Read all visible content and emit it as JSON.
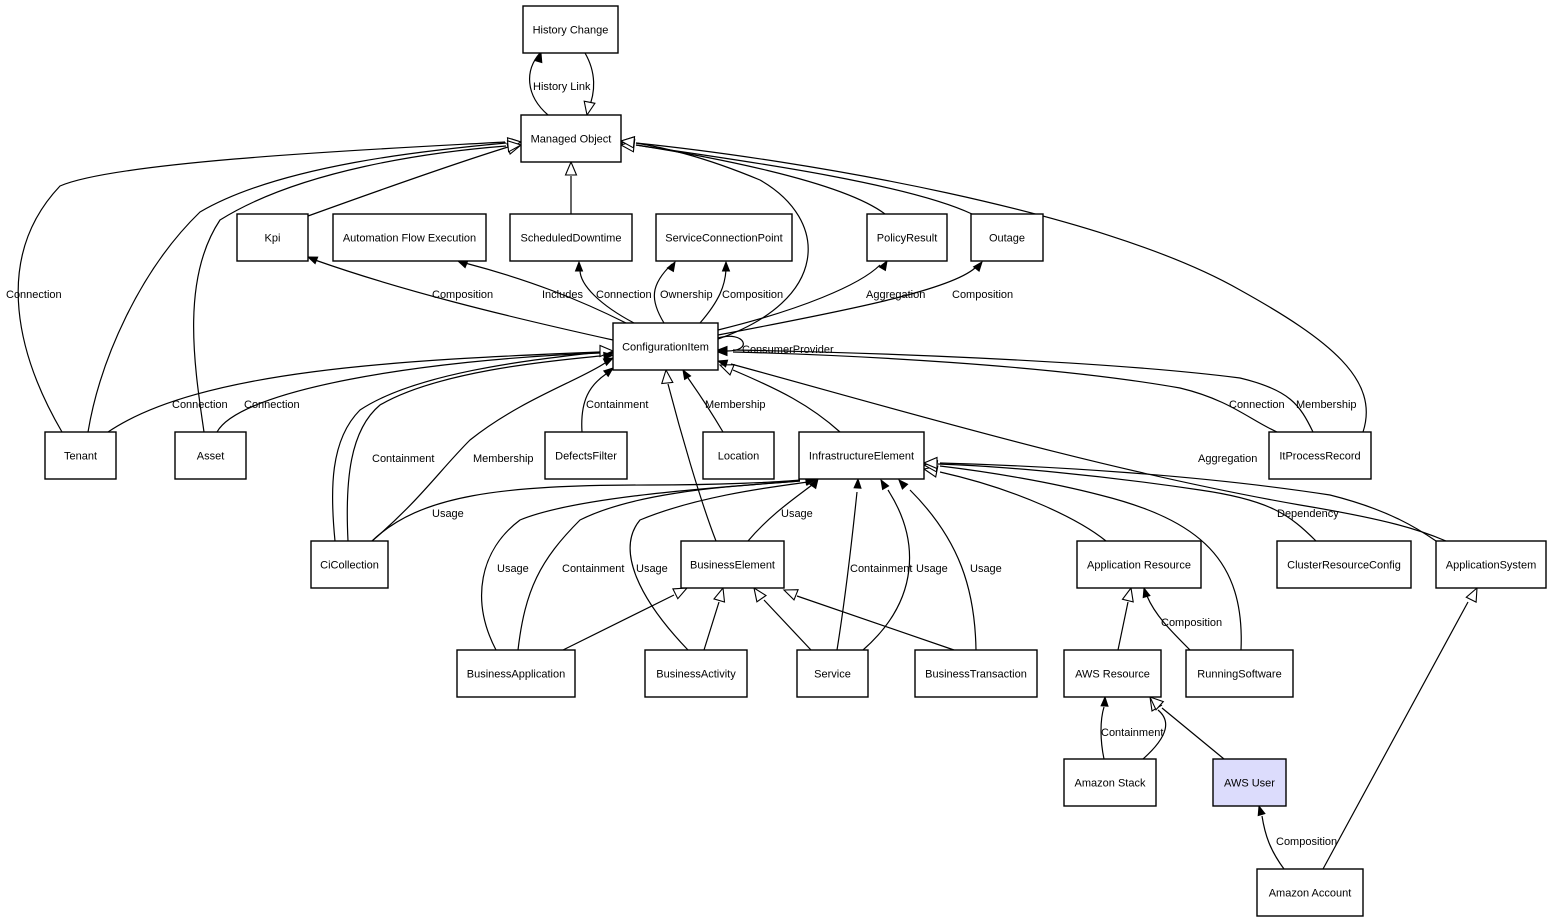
{
  "diagram": {
    "title": "Managed Object class relationship diagram",
    "highlight_color": "#dcdcfc",
    "nodes": [
      {
        "id": "history_change",
        "label": "History Change"
      },
      {
        "id": "managed_object",
        "label": "Managed Object"
      },
      {
        "id": "kpi",
        "label": "Kpi"
      },
      {
        "id": "automation_flow_execution",
        "label": "Automation Flow Execution"
      },
      {
        "id": "scheduled_downtime",
        "label": "ScheduledDowntime"
      },
      {
        "id": "service_connection_point",
        "label": "ServiceConnectionPoint"
      },
      {
        "id": "policy_result",
        "label": "PolicyResult"
      },
      {
        "id": "outage",
        "label": "Outage"
      },
      {
        "id": "configuration_item",
        "label": "ConfigurationItem"
      },
      {
        "id": "tenant",
        "label": "Tenant"
      },
      {
        "id": "asset",
        "label": "Asset"
      },
      {
        "id": "defects_filter",
        "label": "DefectsFilter"
      },
      {
        "id": "location",
        "label": "Location"
      },
      {
        "id": "infrastructure_element",
        "label": "InfrastructureElement"
      },
      {
        "id": "it_process_record",
        "label": "ItProcessRecord"
      },
      {
        "id": "ci_collection",
        "label": "CiCollection"
      },
      {
        "id": "business_element",
        "label": "BusinessElement"
      },
      {
        "id": "application_resource",
        "label": "Application Resource"
      },
      {
        "id": "cluster_resource_config",
        "label": "ClusterResourceConfig"
      },
      {
        "id": "application_system",
        "label": "ApplicationSystem"
      },
      {
        "id": "business_application",
        "label": "BusinessApplication"
      },
      {
        "id": "business_activity",
        "label": "BusinessActivity"
      },
      {
        "id": "service",
        "label": "Service"
      },
      {
        "id": "business_transaction",
        "label": "BusinessTransaction"
      },
      {
        "id": "aws_resource",
        "label": "AWS Resource"
      },
      {
        "id": "running_software",
        "label": "RunningSoftware"
      },
      {
        "id": "amazon_stack",
        "label": "Amazon Stack"
      },
      {
        "id": "aws_user",
        "label": "AWS User",
        "highlighted": true
      },
      {
        "id": "amazon_account",
        "label": "Amazon Account"
      }
    ],
    "edges": [
      {
        "from": "managed_object",
        "to": "history_change",
        "label": "History Link",
        "type": "association"
      },
      {
        "from": "history_change",
        "to": "managed_object",
        "label": "",
        "type": "inheritance"
      },
      {
        "from": "kpi",
        "to": "managed_object",
        "label": "",
        "type": "inheritance"
      },
      {
        "from": "scheduled_downtime",
        "to": "managed_object",
        "label": "",
        "type": "inheritance"
      },
      {
        "from": "tenant",
        "to": "managed_object",
        "label": "Connection",
        "type": "association"
      },
      {
        "from": "tenant",
        "to": "managed_object",
        "label": "",
        "type": "inheritance"
      },
      {
        "from": "asset",
        "to": "managed_object",
        "label": "",
        "type": "inheritance"
      },
      {
        "from": "configuration_item",
        "to": "managed_object",
        "label": "",
        "type": "inheritance"
      },
      {
        "from": "policy_result",
        "to": "managed_object",
        "label": "",
        "type": "inheritance"
      },
      {
        "from": "outage",
        "to": "managed_object",
        "label": "",
        "type": "inheritance"
      },
      {
        "from": "it_process_record",
        "to": "managed_object",
        "label": "",
        "type": "inheritance"
      },
      {
        "from": "configuration_item",
        "to": "kpi",
        "label": "Composition",
        "type": "association"
      },
      {
        "from": "configuration_item",
        "to": "automation_flow_execution",
        "label": "Includes",
        "type": "association"
      },
      {
        "from": "configuration_item",
        "to": "scheduled_downtime",
        "label": "Connection",
        "type": "association"
      },
      {
        "from": "configuration_item",
        "to": "service_connection_point",
        "label": "Ownership",
        "type": "association"
      },
      {
        "from": "configuration_item",
        "to": "service_connection_point",
        "label": "Composition",
        "type": "association"
      },
      {
        "from": "configuration_item",
        "to": "policy_result",
        "label": "Aggregation",
        "type": "association"
      },
      {
        "from": "configuration_item",
        "to": "outage",
        "label": "Composition",
        "type": "association"
      },
      {
        "from": "configuration_item",
        "to": "configuration_item",
        "label": "ConsumerProvider",
        "type": "association"
      },
      {
        "from": "tenant",
        "to": "configuration_item",
        "label": "Connection",
        "type": "association"
      },
      {
        "from": "asset",
        "to": "configuration_item",
        "label": "Connection",
        "type": "association"
      },
      {
        "from": "ci_collection",
        "to": "configuration_item",
        "label": "",
        "type": "inheritance"
      },
      {
        "from": "ci_collection",
        "to": "configuration_item",
        "label": "Containment",
        "type": "association"
      },
      {
        "from": "ci_collection",
        "to": "configuration_item",
        "label": "Membership",
        "type": "association"
      },
      {
        "from": "defects_filter",
        "to": "configuration_item",
        "label": "Containment",
        "type": "association"
      },
      {
        "from": "location",
        "to": "configuration_item",
        "label": "Membership",
        "type": "association"
      },
      {
        "from": "business_element",
        "to": "configuration_item",
        "label": "",
        "type": "inheritance"
      },
      {
        "from": "infrastructure_element",
        "to": "configuration_item",
        "label": "",
        "type": "inheritance"
      },
      {
        "from": "it_process_record",
        "to": "configuration_item",
        "label": "Connection",
        "type": "association"
      },
      {
        "from": "it_process_record",
        "to": "configuration_item",
        "label": "Membership",
        "type": "association"
      },
      {
        "from": "application_system",
        "to": "configuration_item",
        "label": "Aggregation",
        "type": "association"
      },
      {
        "from": "ci_collection",
        "to": "infrastructure_element",
        "label": "Usage",
        "type": "association"
      },
      {
        "from": "business_application",
        "to": "infrastructure_element",
        "label": "Usage",
        "type": "association"
      },
      {
        "from": "business_application",
        "to": "infrastructure_element",
        "label": "Containment",
        "type": "association"
      },
      {
        "from": "business_activity",
        "to": "infrastructure_element",
        "label": "Usage",
        "type": "association"
      },
      {
        "from": "business_element",
        "to": "infrastructure_element",
        "label": "Usage",
        "type": "association"
      },
      {
        "from": "service",
        "to": "infrastructure_element",
        "label": "Containment",
        "type": "association"
      },
      {
        "from": "service",
        "to": "infrastructure_element",
        "label": "Usage",
        "type": "association"
      },
      {
        "from": "business_transaction",
        "to": "infrastructure_element",
        "label": "Usage",
        "type": "association"
      },
      {
        "from": "application_resource",
        "to": "infrastructure_element",
        "label": "",
        "type": "inheritance"
      },
      {
        "from": "running_software",
        "to": "infrastructure_element",
        "label": "",
        "type": "inheritance"
      },
      {
        "from": "cluster_resource_config",
        "to": "infrastructure_element",
        "label": "Dependency",
        "type": "association"
      },
      {
        "from": "application_system",
        "to": "infrastructure_element",
        "label": "",
        "type": "inheritance"
      },
      {
        "from": "business_application",
        "to": "business_element",
        "label": "",
        "type": "inheritance"
      },
      {
        "from": "business_activity",
        "to": "business_element",
        "label": "",
        "type": "inheritance"
      },
      {
        "from": "service",
        "to": "business_element",
        "label": "",
        "type": "inheritance"
      },
      {
        "from": "business_transaction",
        "to": "business_element",
        "label": "",
        "type": "inheritance"
      },
      {
        "from": "aws_resource",
        "to": "application_resource",
        "label": "",
        "type": "inheritance"
      },
      {
        "from": "running_software",
        "to": "application_resource",
        "label": "Composition",
        "type": "association"
      },
      {
        "from": "amazon_stack",
        "to": "aws_resource",
        "label": "Containment",
        "type": "association"
      },
      {
        "from": "amazon_stack",
        "to": "aws_resource",
        "label": "",
        "type": "inheritance"
      },
      {
        "from": "aws_user",
        "to": "aws_resource",
        "label": "",
        "type": "inheritance"
      },
      {
        "from": "amazon_account",
        "to": "aws_user",
        "label": "Composition",
        "type": "association"
      },
      {
        "from": "amazon_account",
        "to": "application_system",
        "label": "",
        "type": "inheritance"
      }
    ]
  }
}
